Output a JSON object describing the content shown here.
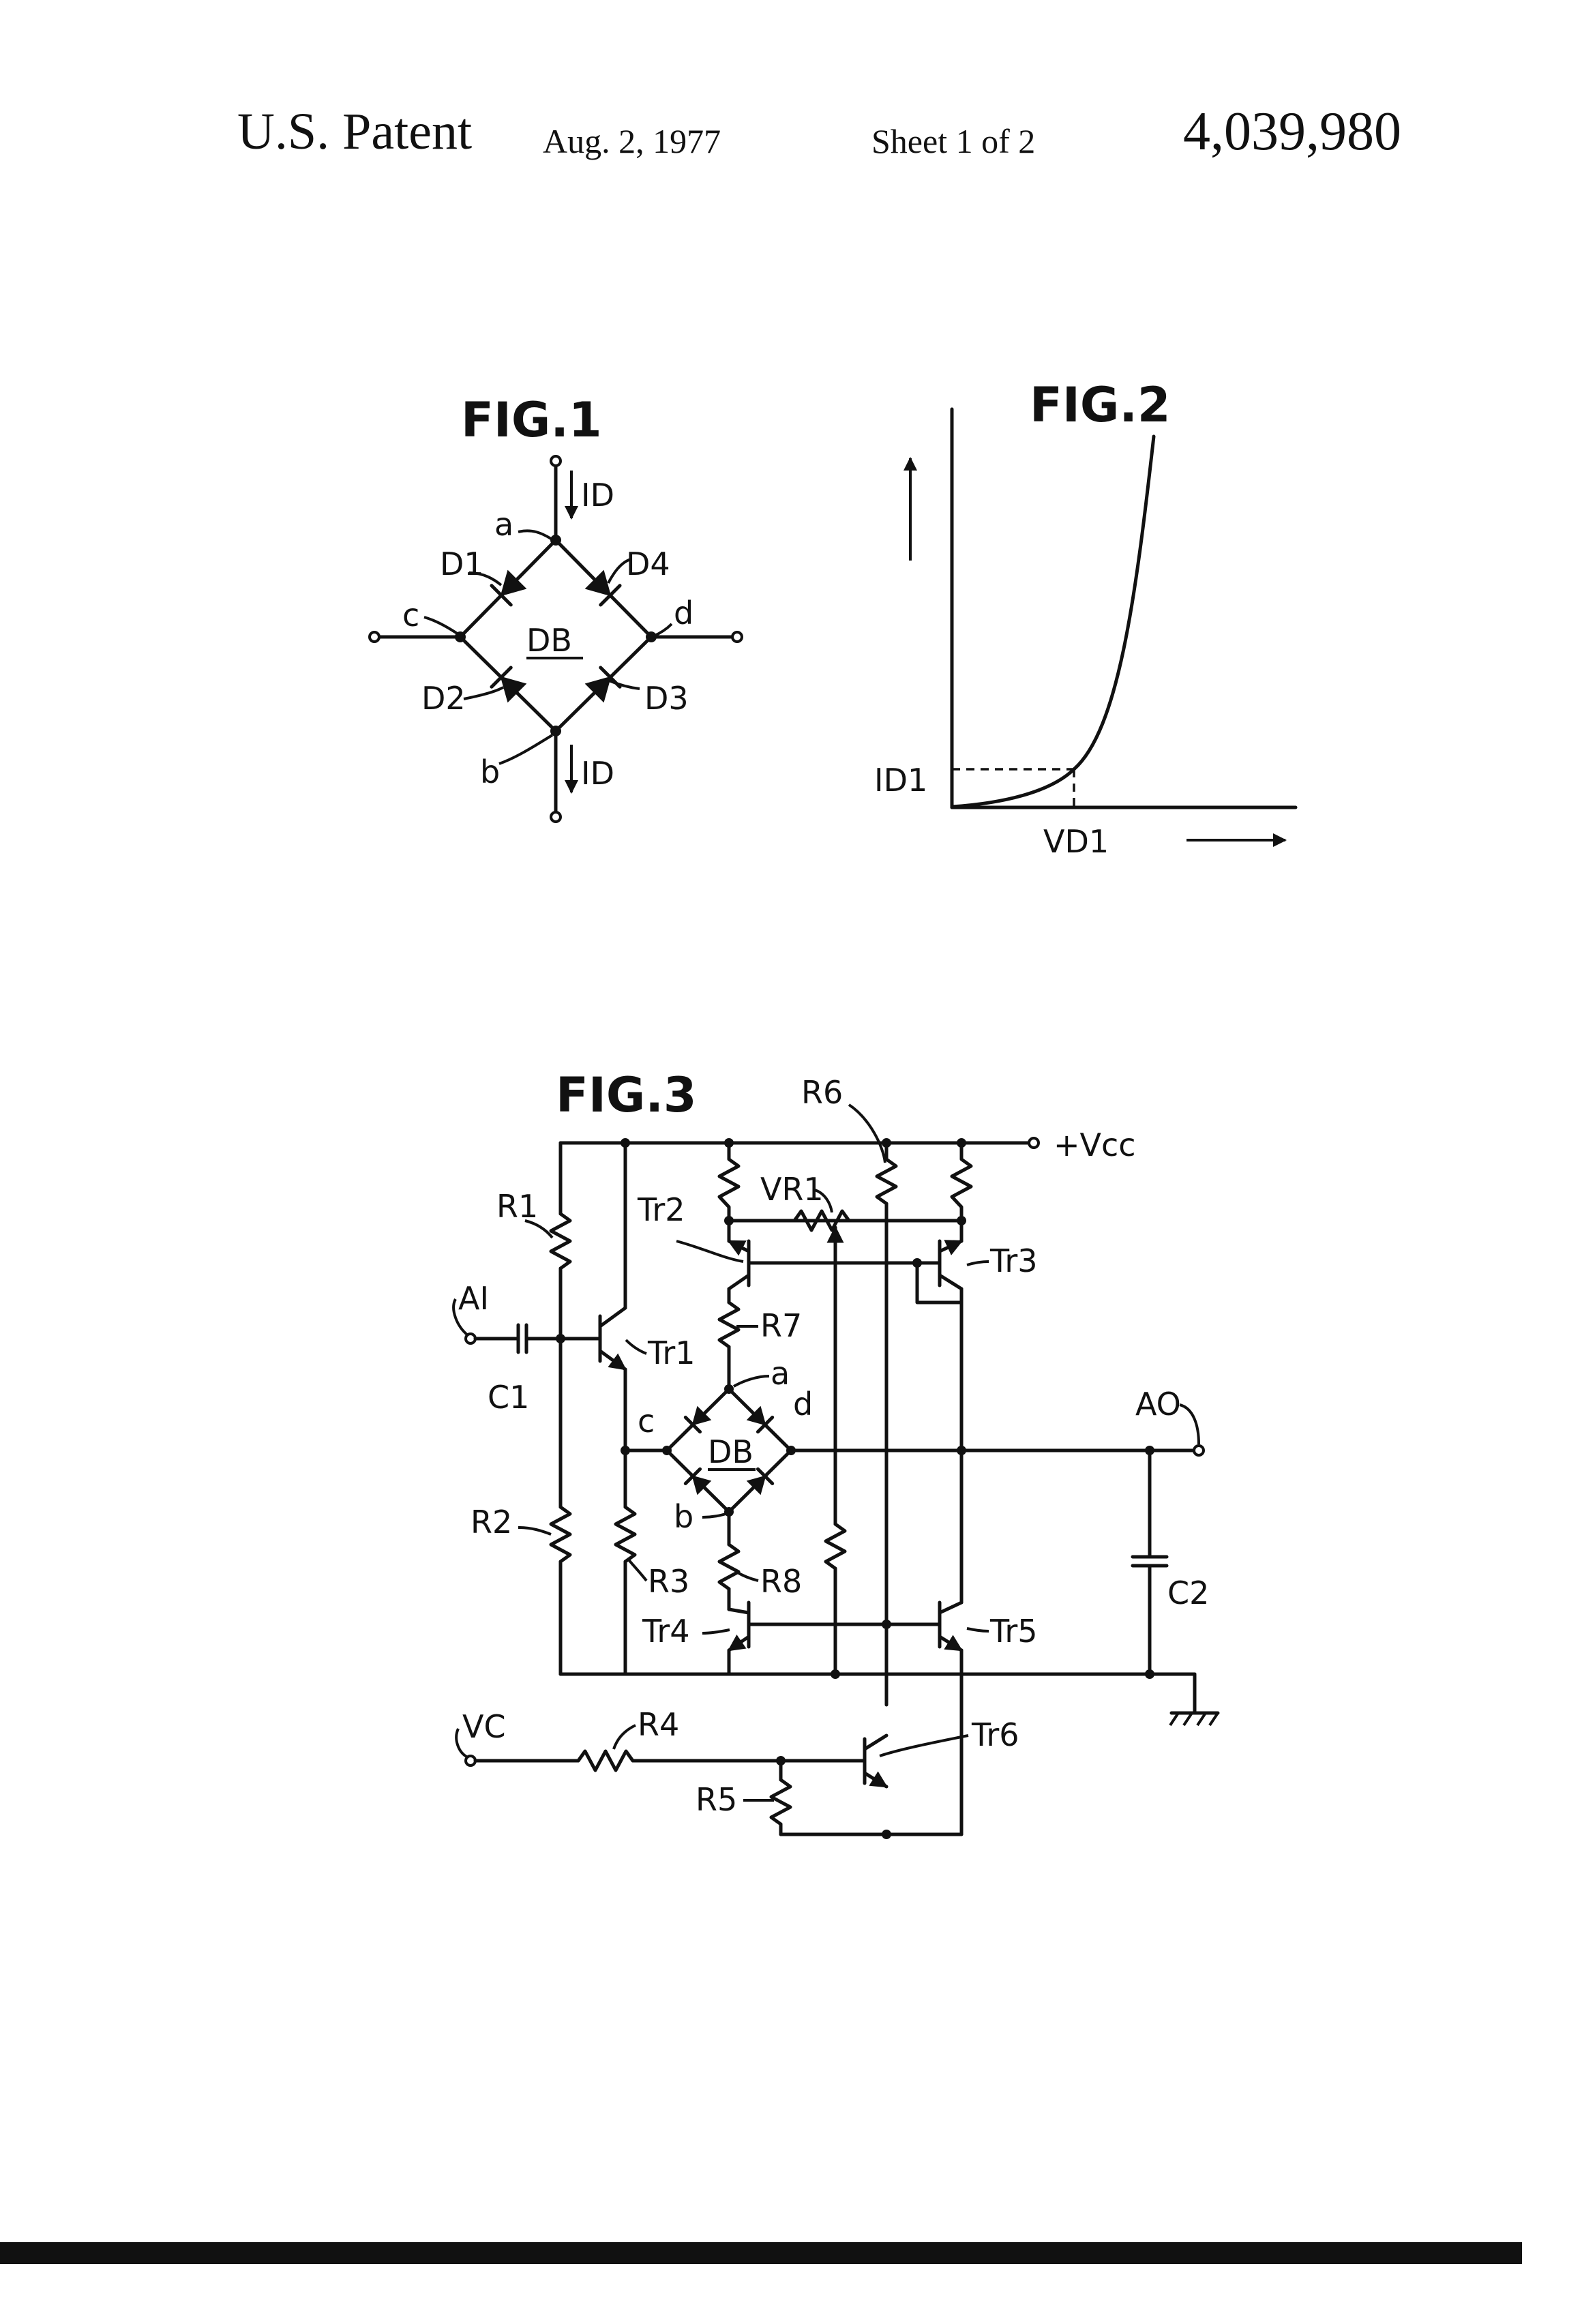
{
  "header": {
    "title": "U.S. Patent",
    "date": "Aug. 2, 1977",
    "sheet": "Sheet 1 of 2",
    "patent_number": "4,039,980"
  },
  "fig1": {
    "title": "FIG.1",
    "current_top": "ID",
    "current_bottom": "ID",
    "node_a": "a",
    "node_b": "b",
    "node_c": "c",
    "node_d": "d",
    "diode_1": "D1",
    "diode_2": "D2",
    "diode_3": "D3",
    "diode_4": "D4",
    "bridge": "DB"
  },
  "fig2": {
    "title": "FIG.2",
    "y_marker": "ID1",
    "x_marker": "VD1"
  },
  "fig3": {
    "title": "FIG.3",
    "supply": "+Vcc",
    "input": "AI",
    "output": "AO",
    "control": "VC",
    "c1": "C1",
    "c2": "C2",
    "r1": "R1",
    "r2": "R2",
    "r3": "R3",
    "r4": "R4",
    "r5": "R5",
    "r6": "R6",
    "r7": "R7",
    "r8": "R8",
    "vr1": "VR1",
    "tr1": "Tr1",
    "tr2": "Tr2",
    "tr3": "Tr3",
    "tr4": "Tr4",
    "tr5": "Tr5",
    "tr6": "Tr6",
    "node_a": "a",
    "node_b": "b",
    "node_c": "c",
    "node_d": "d",
    "bridge": "DB"
  }
}
